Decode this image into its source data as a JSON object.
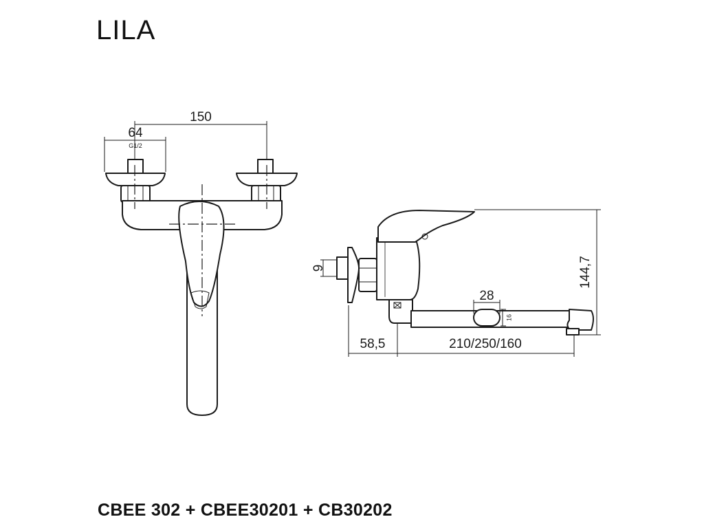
{
  "header": {
    "title": "LILA"
  },
  "footer": {
    "codes": "CBEE 302 + CBEE30201 + CB30202"
  },
  "front_view": {
    "dim_center_distance": "150",
    "dim_flange_diameter": "64",
    "thread_label": "G1/2"
  },
  "side_view": {
    "dim_pipe": "9",
    "dim_outlet_width": "28",
    "dim_outlet_height": "16",
    "dim_total_height": "144,7",
    "dim_wall_offset": "58,5",
    "dim_spout_length": "210/250/160"
  }
}
